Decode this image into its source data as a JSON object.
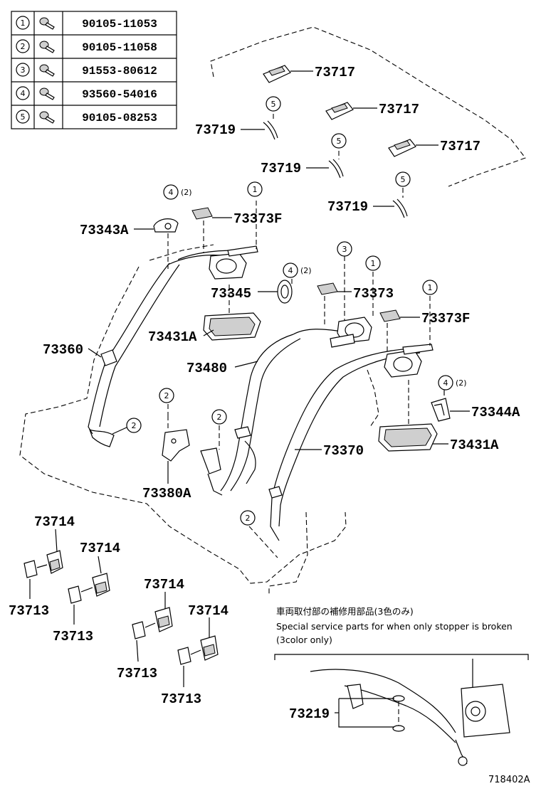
{
  "fastener_table": [
    {
      "circle": "1",
      "part_no": "90105-11053"
    },
    {
      "circle": "2",
      "part_no": "90105-11058"
    },
    {
      "circle": "3",
      "part_no": "91553-80612"
    },
    {
      "circle": "4",
      "part_no": "93560-54016"
    },
    {
      "circle": "5",
      "part_no": "90105-08253"
    }
  ],
  "labels": {
    "p73717a": "73717",
    "p73717b": "73717",
    "p73717c": "73717",
    "p73719a": "73719",
    "p73719b": "73719",
    "p73719c": "73719",
    "p73343a": "73343A",
    "p73373fa": "73373F",
    "p73345": "73345",
    "p73373": "73373",
    "p73373fb": "73373F",
    "p73431aa": "73431A",
    "p73360": "73360",
    "p73480": "73480",
    "p73344a": "73344A",
    "p73370": "73370",
    "p73431ab": "73431A",
    "p73380a": "73380A",
    "p73714a": "73714",
    "p73714b": "73714",
    "p73714c": "73714",
    "p73714d": "73714",
    "p73713a": "73713",
    "p73713b": "73713",
    "p73713c": "73713",
    "p73713d": "73713",
    "p73219": "73219"
  },
  "callouts": {
    "c5a": "5",
    "c5b": "5",
    "c5c": "5",
    "c4a": "4",
    "c4a_qty": "(2)",
    "c1a": "1",
    "c3": "3",
    "c4b": "4",
    "c4b_qty": "(2)",
    "c1b": "1",
    "c1c": "1",
    "c4c": "4",
    "c4c_qty": "(2)",
    "c2a": "2",
    "c2b": "2",
    "c2c": "2",
    "c2d": "2"
  },
  "note": {
    "line1": "車両取付部の補修用部品(3色のみ)",
    "line2": "Special service parts for when only stopper is broken",
    "line3": "(3color only)"
  },
  "diagram_ref": "718402A"
}
